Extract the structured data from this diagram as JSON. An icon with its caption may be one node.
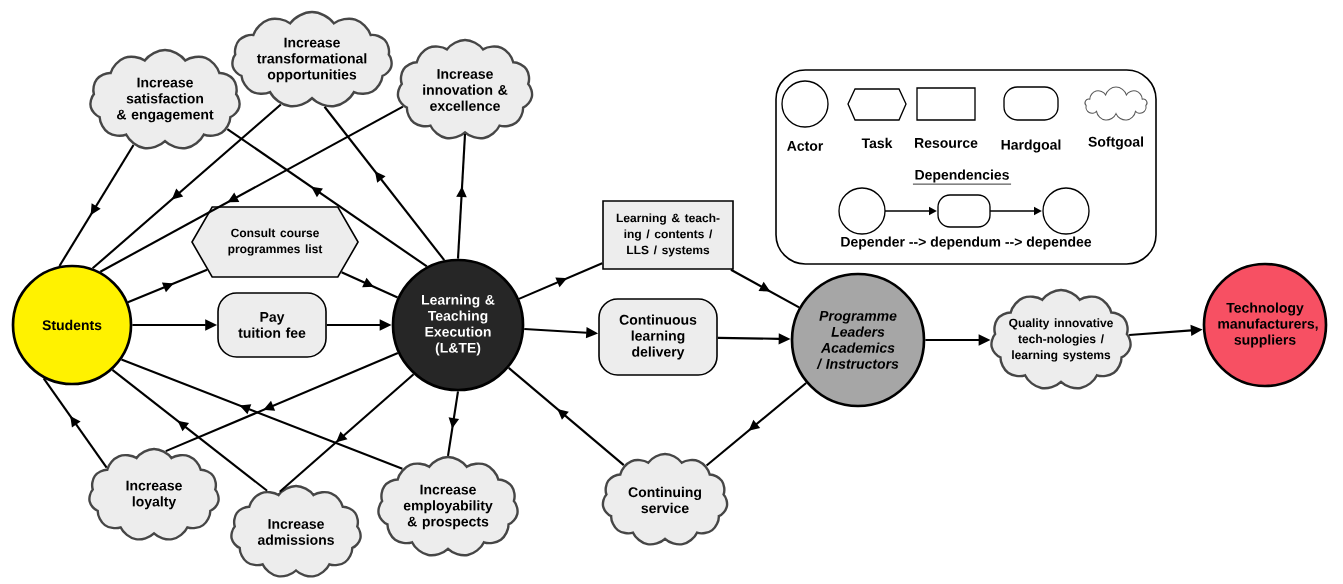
{
  "diagram": {
    "nodes": [
      {
        "text": [
          "Students"
        ]
      },
      {
        "text": [
          "Learning & Teaching Execution (L&TE)"
        ]
      },
      {
        "text": [
          "Programme Leaders Academics / Instructors"
        ]
      },
      {
        "text": [
          "Technology manufacturers, suppliers"
        ]
      },
      {
        "text": [
          "Increase satisfaction & engagement"
        ]
      },
      {
        "text": [
          "Increase transformational opportunities"
        ]
      },
      {
        "text": [
          "Increase innovation & excellence"
        ]
      },
      {
        "text": [
          "Consult course programmes list"
        ]
      },
      {
        "text": [
          "Pay tuition fee"
        ]
      },
      {
        "text": [
          "Learning & teach-ing / contents / LLS / systems"
        ]
      },
      {
        "text": [
          "Continuous learning delivery"
        ]
      },
      {
        "text": [
          "Quality innovative tech-nologies / learning systems"
        ]
      },
      {
        "text": [
          "Increase loyalty"
        ]
      },
      {
        "text": [
          "Increase admissions"
        ]
      },
      {
        "text": [
          "Increase employability & prospects"
        ]
      },
      {
        "text": [
          "Continuing service"
        ]
      }
    ],
    "edges": [
      {
        "from": 4,
        "to": 0,
        "arrow": "to"
      },
      {
        "from": 5,
        "to": 0,
        "arrow": "to"
      },
      {
        "from": 6,
        "to": 0,
        "arrow": "to"
      },
      {
        "from": 1,
        "to": 4,
        "arrow": "to"
      },
      {
        "from": 1,
        "to": 5,
        "arrow": "to"
      },
      {
        "from": 1,
        "to": 6,
        "arrow": "to"
      },
      {
        "from": 0,
        "to": 7,
        "arrow": "to"
      },
      {
        "from": 7,
        "to": 1,
        "arrow": "to"
      },
      {
        "from": 0,
        "to": 8,
        "arrow": "to"
      },
      {
        "from": 8,
        "to": 1,
        "arrow": "to"
      },
      {
        "from": 12,
        "to": 0,
        "arrow": "to"
      },
      {
        "from": 1,
        "to": 12,
        "arrow": "to"
      },
      {
        "from": 13,
        "to": 0,
        "arrow": "to"
      },
      {
        "from": 1,
        "to": 13,
        "arrow": "to"
      },
      {
        "from": 14,
        "to": 0,
        "arrow": "to"
      },
      {
        "from": 1,
        "to": 14,
        "arrow": "to"
      },
      {
        "from": 1,
        "to": 9,
        "arrow": "to"
      },
      {
        "from": 9,
        "to": 2,
        "arrow": "to"
      },
      {
        "from": 1,
        "to": 10,
        "arrow": "to"
      },
      {
        "from": 10,
        "to": 2,
        "arrow": "to"
      },
      {
        "from": 2,
        "to": 15,
        "arrow": "to"
      },
      {
        "from": 15,
        "to": 1,
        "arrow": "to"
      },
      {
        "from": 2,
        "to": 11,
        "arrow": "to"
      },
      {
        "from": 11,
        "to": 3,
        "arrow": "to"
      }
    ],
    "labels": [
      "Dependencies"
    ],
    "legend": [
      {
        "text": "Actor"
      },
      {
        "text": "Task"
      },
      {
        "text": "Resource"
      },
      {
        "text": "Hardgoal"
      },
      {
        "text": "Softgoal"
      },
      {
        "text": "Depender --> dependum --> dependee"
      }
    ]
  }
}
